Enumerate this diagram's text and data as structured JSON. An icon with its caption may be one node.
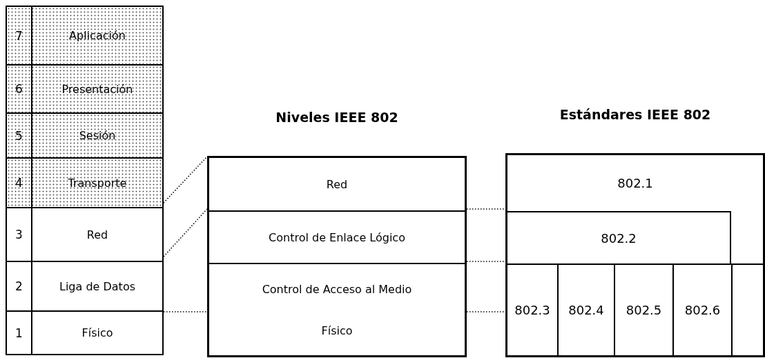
{
  "diagram": {
    "nodes": [
      {
        "text": [
          "7",
          "Aplicación"
        ]
      },
      {
        "text": [
          "6",
          "Presentación"
        ]
      },
      {
        "text": [
          "5",
          "Sesión"
        ]
      },
      {
        "text": [
          "4",
          "Transporte"
        ]
      },
      {
        "text": [
          "3",
          "Red"
        ]
      },
      {
        "text": [
          "2",
          "Liga de Datos"
        ]
      },
      {
        "text": [
          "1",
          "Físico"
        ]
      },
      {
        "text": [
          "Niveles IEEE 802"
        ]
      },
      {
        "text": [
          "Red"
        ],
        "in": 7
      },
      {
        "text": [
          "Control de Enlace Lógico"
        ],
        "in": 7
      },
      {
        "text": [
          "Control de Acceso al Medio",
          "Físico"
        ],
        "in": 7
      },
      {
        "text": [
          "Estándares IEEE 802"
        ]
      },
      {
        "text": [
          "802.1"
        ],
        "in": 11
      },
      {
        "text": [
          "802.2"
        ],
        "in": 11
      },
      {
        "text": [
          "802.3"
        ],
        "in": 11
      },
      {
        "text": [
          "802.4"
        ],
        "in": 11
      },
      {
        "text": [
          "802.5"
        ],
        "in": 11
      },
      {
        "text": [
          "802.6"
        ],
        "in": 11
      },
      {
        "text": [],
        "shape": "box",
        "in": 11
      }
    ],
    "edges": [
      {
        "from": 3,
        "to": 7,
        "arrow": "none",
        "style": "dashed"
      },
      {
        "from": 4,
        "to": 7,
        "arrow": "none",
        "style": "dashed"
      },
      {
        "from": 6,
        "to": 7,
        "arrow": "none",
        "style": "dashed"
      },
      {
        "from": 7,
        "to": 11,
        "arrow": "none",
        "style": "dashed"
      },
      {
        "from": 7,
        "to": 11,
        "arrow": "none",
        "style": "dashed"
      },
      {
        "from": 7,
        "to": 11,
        "arrow": "none",
        "style": "dashed"
      }
    ]
  }
}
